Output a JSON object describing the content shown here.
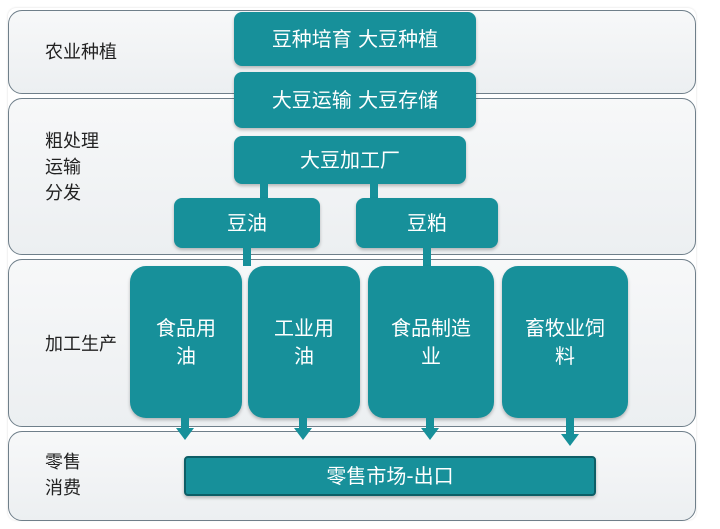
{
  "bands": {
    "agriculture": "农业种植",
    "distribution": "粗处理\n运输\n分发",
    "processing": "加工生产",
    "consumption": "零售\n消费"
  },
  "boxes": {
    "cultivation": "豆种培育 大豆种植",
    "transport": "大豆运输 大豆存储",
    "factory": "大豆加工厂",
    "soy_oil": "豆油",
    "soy_meal": "豆粕",
    "food_oil": "食品用\n油",
    "industrial_oil": "工业用\n油",
    "food_manufacturing": "食品制造\n业",
    "livestock_feed": "畜牧业饲\n料",
    "retail": "零售市场-出口"
  },
  "colors": {
    "box": "#17909a",
    "band_border": "#6f7f8a"
  }
}
